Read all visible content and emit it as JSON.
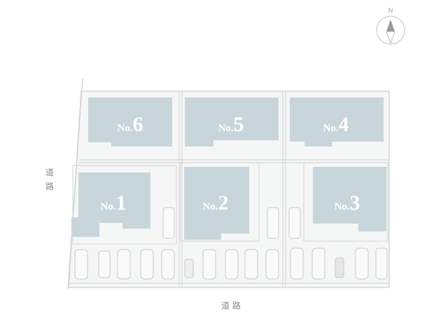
{
  "compass": {
    "label": "N"
  },
  "roads": {
    "west": {
      "label": "道路",
      "chars": [
        "道",
        "路"
      ]
    },
    "south": {
      "label": "道 路"
    }
  },
  "lots": [
    {
      "id": "6",
      "label_prefix": "No.",
      "label_number": "6"
    },
    {
      "id": "5",
      "label_prefix": "No.",
      "label_number": "5"
    },
    {
      "id": "4",
      "label_prefix": "No.",
      "label_number": "4"
    },
    {
      "id": "1",
      "label_prefix": "No.",
      "label_number": "1"
    },
    {
      "id": "2",
      "label_prefix": "No.",
      "label_number": "2"
    },
    {
      "id": "3",
      "label_prefix": "No.",
      "label_number": "3"
    }
  ],
  "colors": {
    "building": "#c8d6dc",
    "site_bg": "#f5f6f6",
    "line": "#d2d2d2",
    "text_gray": "#8a8a8a",
    "compass": "#9a9a9a"
  }
}
